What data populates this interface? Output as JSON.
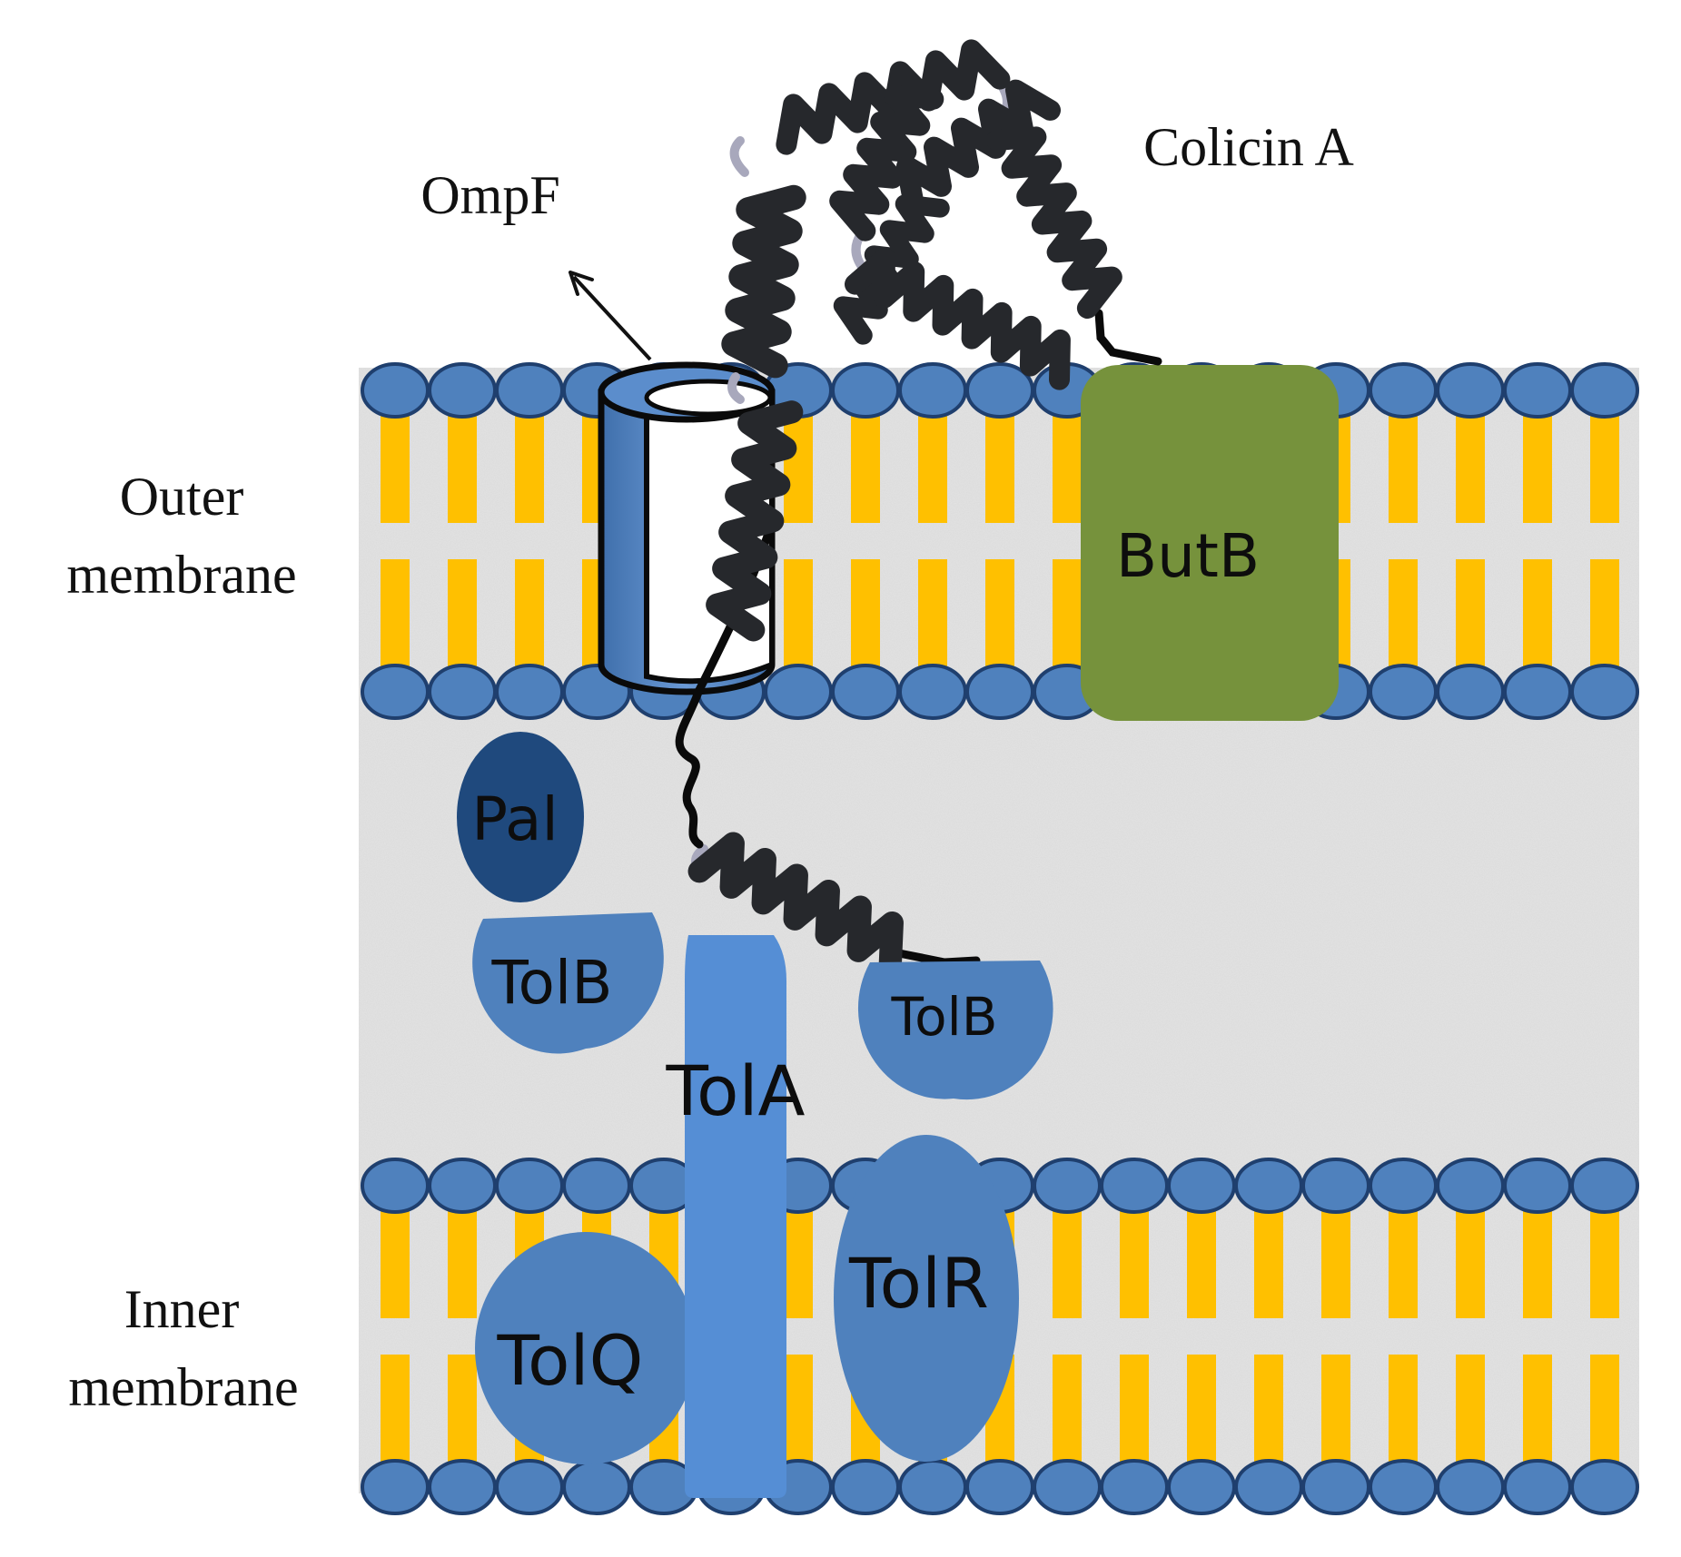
{
  "side_labels": {
    "outer_line1": "Outer",
    "outer_line2": "membrane",
    "inner_line1": "Inner",
    "inner_line2": "membrane"
  },
  "callouts": {
    "ompf": "OmpF",
    "colicin": "Colicin A"
  },
  "proteins": {
    "butb": "ButB",
    "pal": "Pal",
    "tolb_left": "TolB",
    "tolb_right": "TolB",
    "tola": "TolA",
    "tolq": "TolQ",
    "tolr": "TolR"
  },
  "colors": {
    "lipid_head": "#4f81bd",
    "lipid_head_stroke": "#1f3f6e",
    "lipid_tail": "#ffc000",
    "periplasm": "#e4e4e4",
    "butb": "#76923c",
    "pal": "#1f497d",
    "tolb": "#4f81bd",
    "tola": "#558ed5",
    "tolq": "#4f81bd",
    "tolr": "#4f81bd",
    "helix": "#26282c",
    "ompf_barrel": "#4f81bd"
  }
}
